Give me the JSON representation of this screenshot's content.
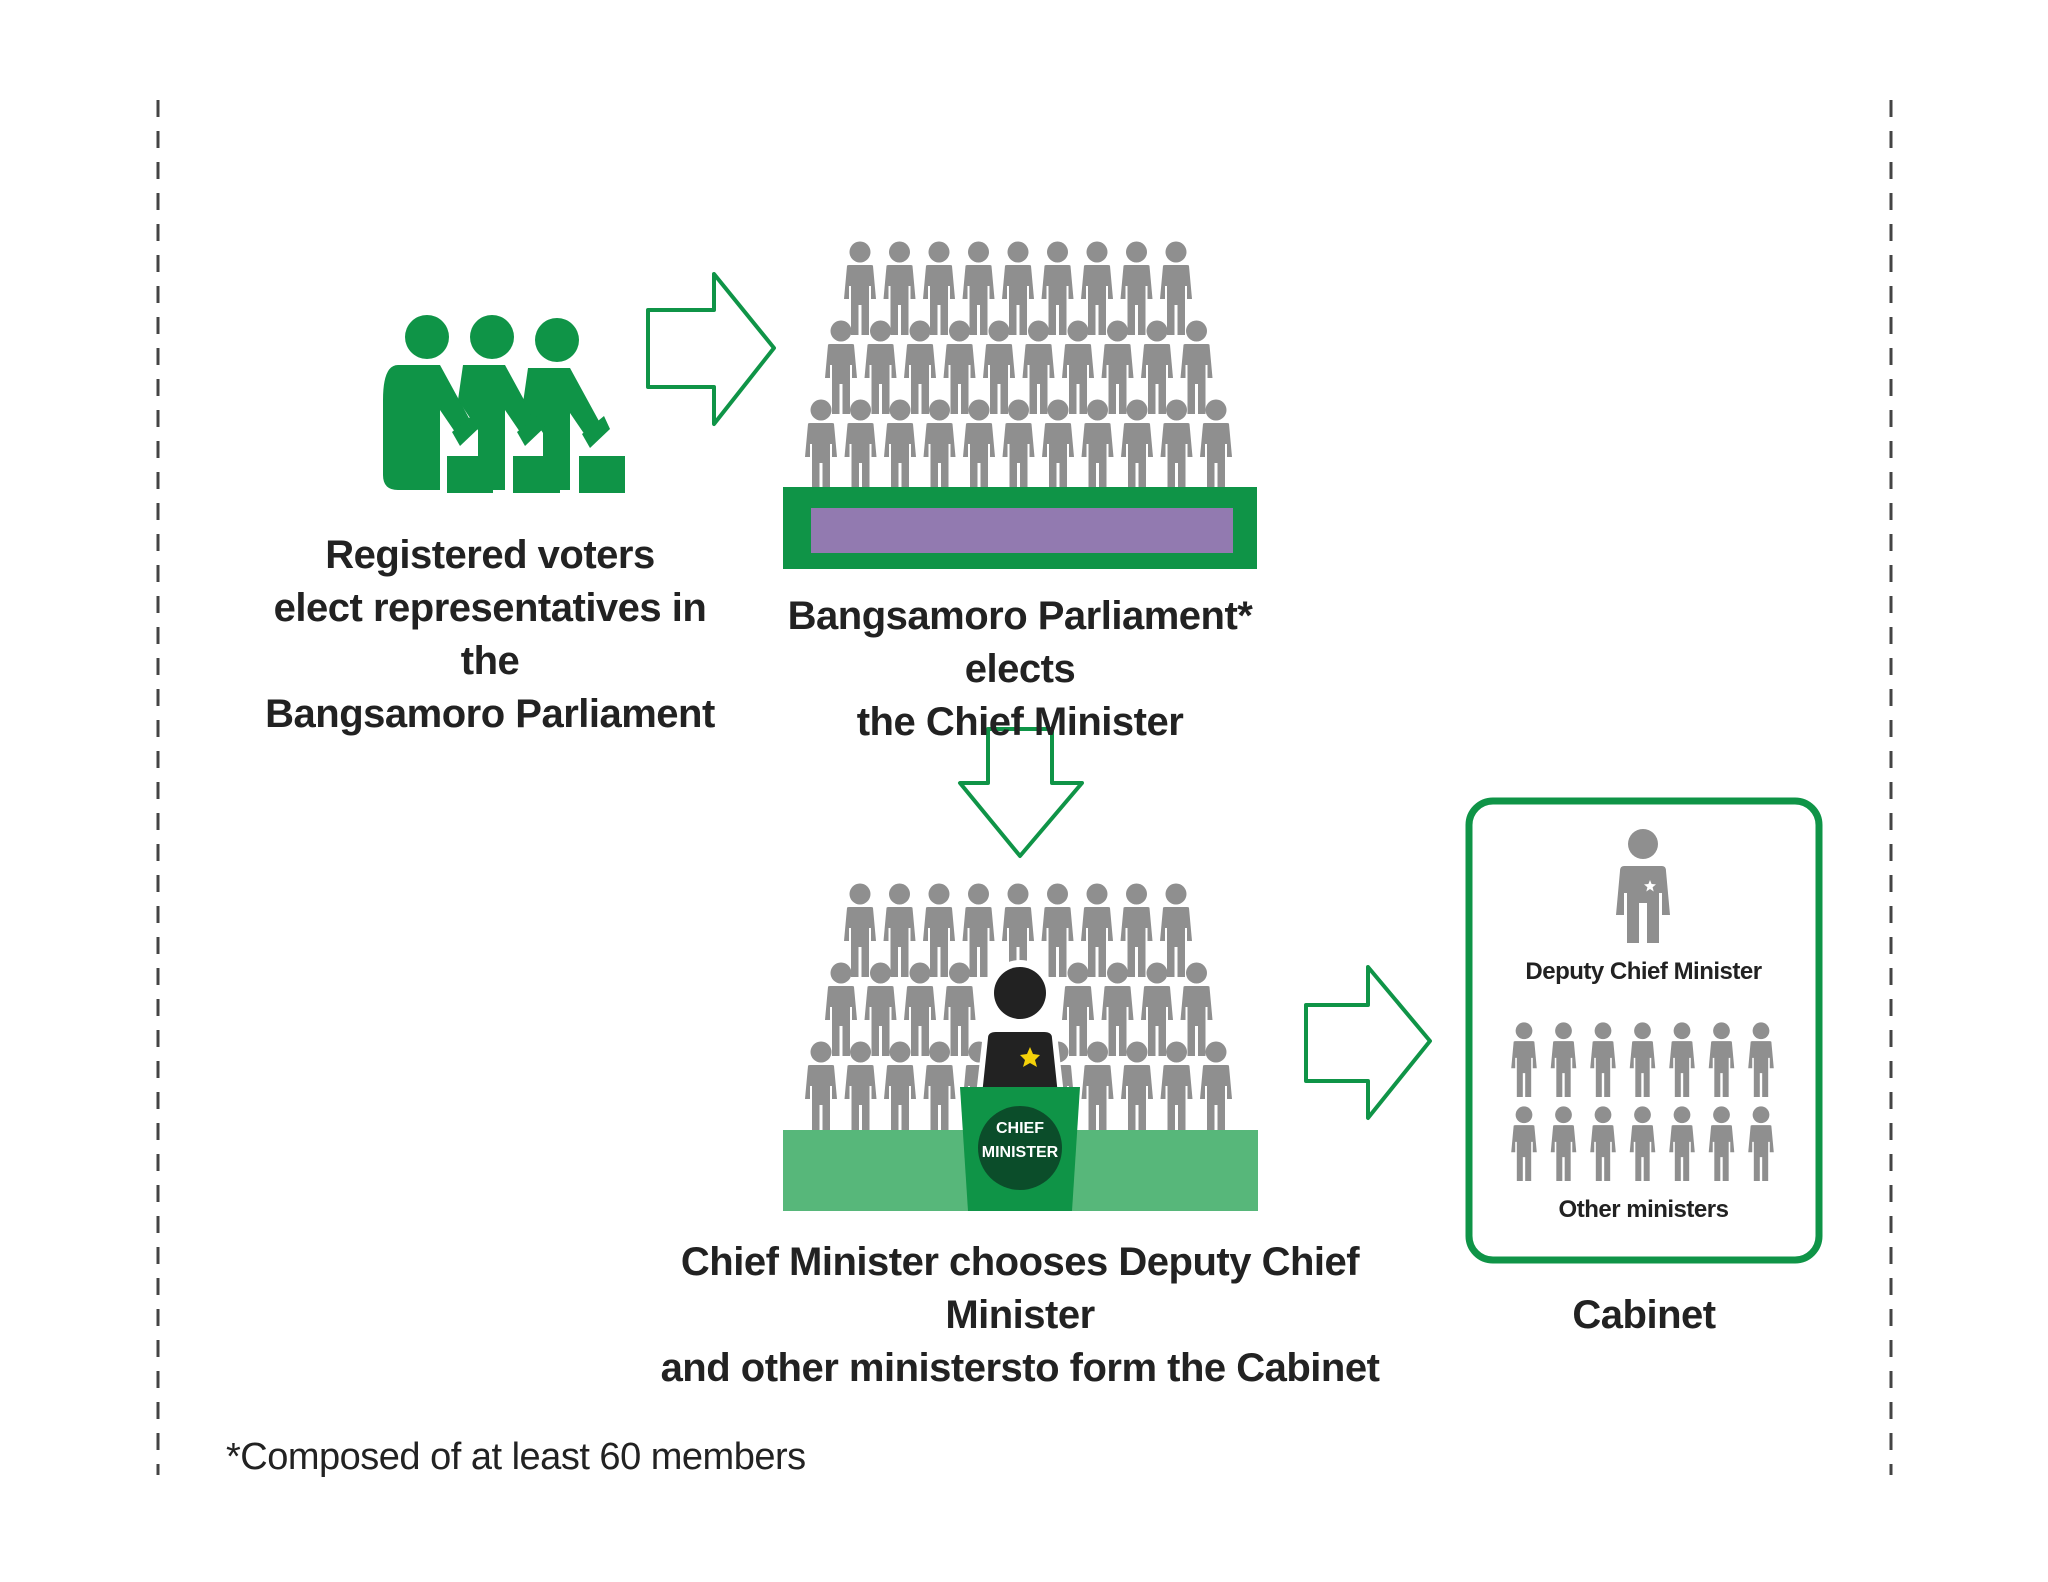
{
  "steps": {
    "voters": {
      "line1": "Registered voters",
      "line2": "elect representatives in the",
      "line3": "Bangsamoro Parliament"
    },
    "parliament": {
      "line1": "Bangsamoro Parliament* elects",
      "line2": "the Chief Minister"
    },
    "chief_minister": {
      "line1": "Chief Minister chooses Deputy Chief Minister",
      "line2": "and other ministersto form the Cabinet",
      "podium_line1": "CHIEF",
      "podium_line2": "MINISTER"
    },
    "cabinet": {
      "title": "Cabinet",
      "deputy_label": "Deputy Chief Minister",
      "others_label": "Other ministers"
    }
  },
  "footnote": "*Composed of at least 60 members",
  "colors": {
    "green": "#0f9447",
    "light_green": "#57b77a",
    "purple": "#927ab0",
    "figure_gray": "#8f8f8f",
    "chief_dark": "#222222",
    "star_yellow": "#f5d20a",
    "dashed_border": "#444444",
    "text": "#222222"
  },
  "icons": {
    "voters": "voters-casting-ballots-icon",
    "crowd": "parliament-crowd-icon",
    "arrow_right": "arrow-right-outline-icon",
    "arrow_down": "arrow-down-outline-icon",
    "chief": "chief-minister-at-podium-icon",
    "deputy": "deputy-chief-minister-icon",
    "ministers": "other-ministers-group-icon"
  }
}
